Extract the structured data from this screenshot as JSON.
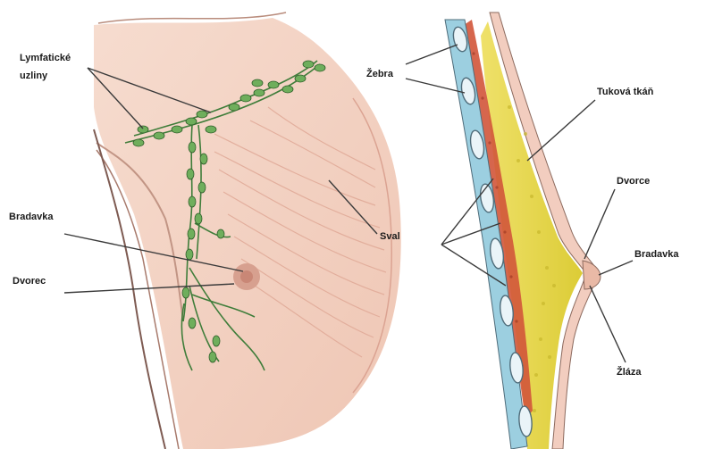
{
  "colors": {
    "skin": "#f3d3c4",
    "skin_shadow": "#e7b6a5",
    "muscle_fiber": "#e0a897",
    "lymph_vessel": "#3f7d3a",
    "lymph_node": "#6fae5c",
    "fat": "#e6d84a",
    "muscle_red": "#d2553a",
    "bone_blue": "#9ccfe0",
    "rib_outline": "#4f6c7a"
  },
  "left_panel": {
    "labels": {
      "lymph_nodes_line1": "Lymfatické",
      "lymph_nodes_line2": "uzliny",
      "nipple": "Bradavka",
      "areola": "Dvorec",
      "muscle": "Sval"
    }
  },
  "right_panel": {
    "labels": {
      "rib": "Žebra",
      "fat": "Tuková tkáň",
      "areola": "Dvorce",
      "nipple": "Bradavka",
      "gland": "Žláza"
    }
  }
}
